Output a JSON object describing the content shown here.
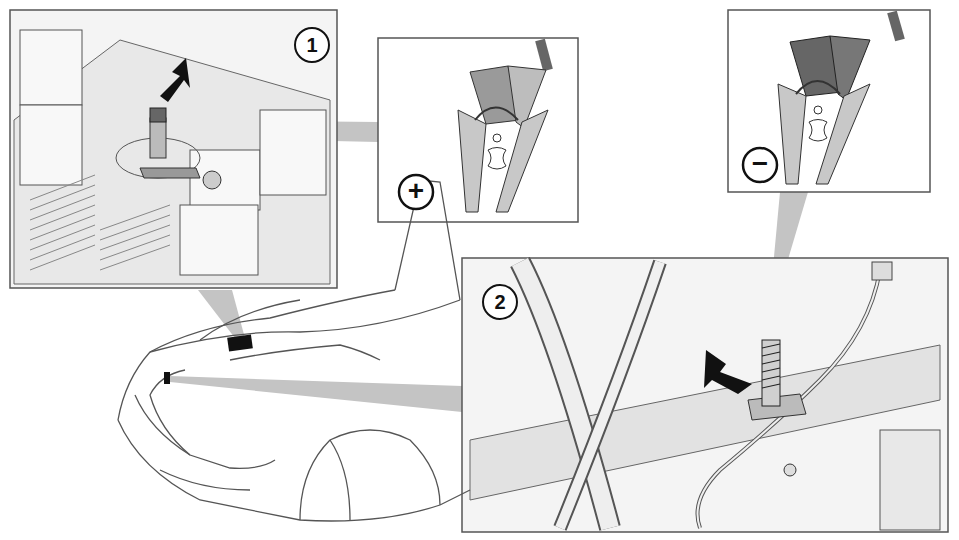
{
  "diagram": {
    "labels": [
      "1",
      "+",
      "−",
      "2"
    ]
  }
}
